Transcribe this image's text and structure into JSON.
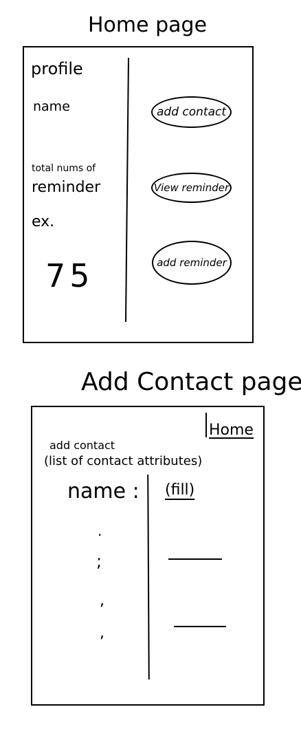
{
  "home_page": {
    "title": "Home page",
    "left_panel": {
      "profile_label": "profile",
      "name_label": "name",
      "total_label_line1": "total nums of",
      "total_label_line2": "reminder",
      "example_label": "ex.",
      "example_value": "75"
    },
    "buttons": {
      "add_contact": "add contact",
      "view_reminder": "View reminder",
      "add_reminder": "add reminder"
    }
  },
  "add_contact_page": {
    "title": "Add Contact page",
    "home_link": "Home",
    "heading": "add contact",
    "subheading": "(list of contact attributes)",
    "name_label": "name :",
    "name_field_value": "(fill)",
    "ellipsis_marks": [
      ".",
      ";",
      ",",
      ","
    ]
  }
}
